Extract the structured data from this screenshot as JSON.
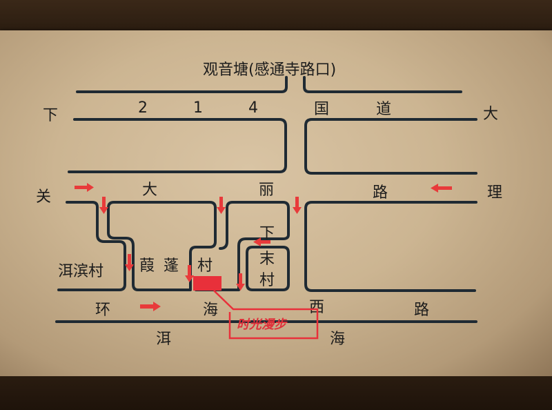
{
  "title": "观音塘(感通寺路口)",
  "roads": {
    "national_road": [
      "2",
      "1",
      "4",
      "国",
      "道"
    ],
    "dali_road": [
      "大",
      "丽",
      "路"
    ],
    "huanhai_west_road": [
      "环",
      "海",
      "西",
      "路"
    ]
  },
  "cities": {
    "left": [
      "下",
      "关"
    ],
    "right": [
      "大",
      "理"
    ]
  },
  "villages": {
    "erbin": "洱滨村",
    "jiapeng": [
      "葭",
      "蓬",
      "村"
    ],
    "xiamo": [
      "下",
      "末",
      "村"
    ]
  },
  "lake": [
    "洱",
    "海"
  ],
  "shop": {
    "name": "时光漫步",
    "marker_color": "#e8303a"
  },
  "colors": {
    "road": "#1f2a33",
    "arrow": "#e83a3a"
  }
}
